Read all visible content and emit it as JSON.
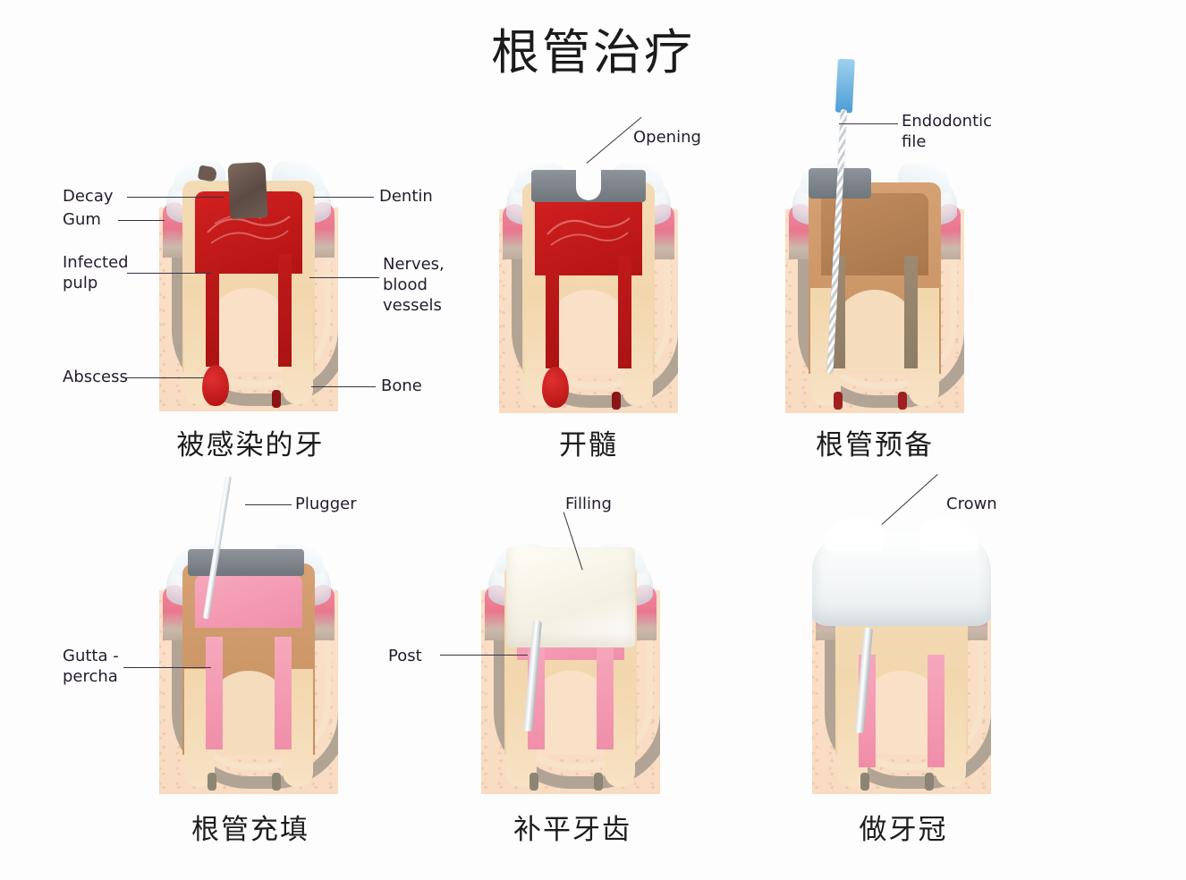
{
  "title": "根管治疗",
  "panels": [
    {
      "id": "infected-tooth",
      "caption": "被感染的牙",
      "labels": [
        {
          "name": "decay",
          "text": "Decay"
        },
        {
          "name": "gum",
          "text": "Gum"
        },
        {
          "name": "infected-pulp",
          "text": "Infected\npulp"
        },
        {
          "name": "abscess",
          "text": "Abscess"
        },
        {
          "name": "dentin",
          "text": "Dentin"
        },
        {
          "name": "nerves-blood-vessels",
          "text": "Nerves,\nblood\nvessels"
        },
        {
          "name": "bone",
          "text": "Bone"
        }
      ]
    },
    {
      "id": "access-opening",
      "caption": "开髓",
      "labels": [
        {
          "name": "opening",
          "text": "Opening"
        }
      ]
    },
    {
      "id": "canal-preparation",
      "caption": "根管预备",
      "labels": [
        {
          "name": "endodontic-file",
          "text": "Endodontic\nfile"
        }
      ]
    },
    {
      "id": "canal-obturation",
      "caption": "根管充填",
      "labels": [
        {
          "name": "plugger",
          "text": "Plugger"
        },
        {
          "name": "gutta-percha",
          "text": "Gutta -\npercha"
        }
      ]
    },
    {
      "id": "core-filling",
      "caption": "补平牙齿",
      "labels": [
        {
          "name": "filling",
          "text": "Filling"
        },
        {
          "name": "post",
          "text": "Post"
        }
      ]
    },
    {
      "id": "crown-placement",
      "caption": "做牙冠",
      "labels": [
        {
          "name": "crown",
          "text": "Crown"
        }
      ]
    }
  ],
  "colors": {
    "background": "#fdfdfd",
    "title_text": "#1b1b1b",
    "label_text": "#241c2e",
    "leader_line": "#3a3342",
    "gum_pink": "#ef7e95",
    "bone_cream": "#fbe0c8",
    "dentin_tan": "#f2d6ab",
    "enamel_white": "#eef4f7",
    "infected_pulp_red": "#c01a1a",
    "gutta_percha_pink": "#f49cb4",
    "prepared_canal_brown": "#a8764b",
    "instrument_blue": "#4c9ed6",
    "metal_grey": "#8e9499",
    "filling_white": "#fffdf6"
  }
}
